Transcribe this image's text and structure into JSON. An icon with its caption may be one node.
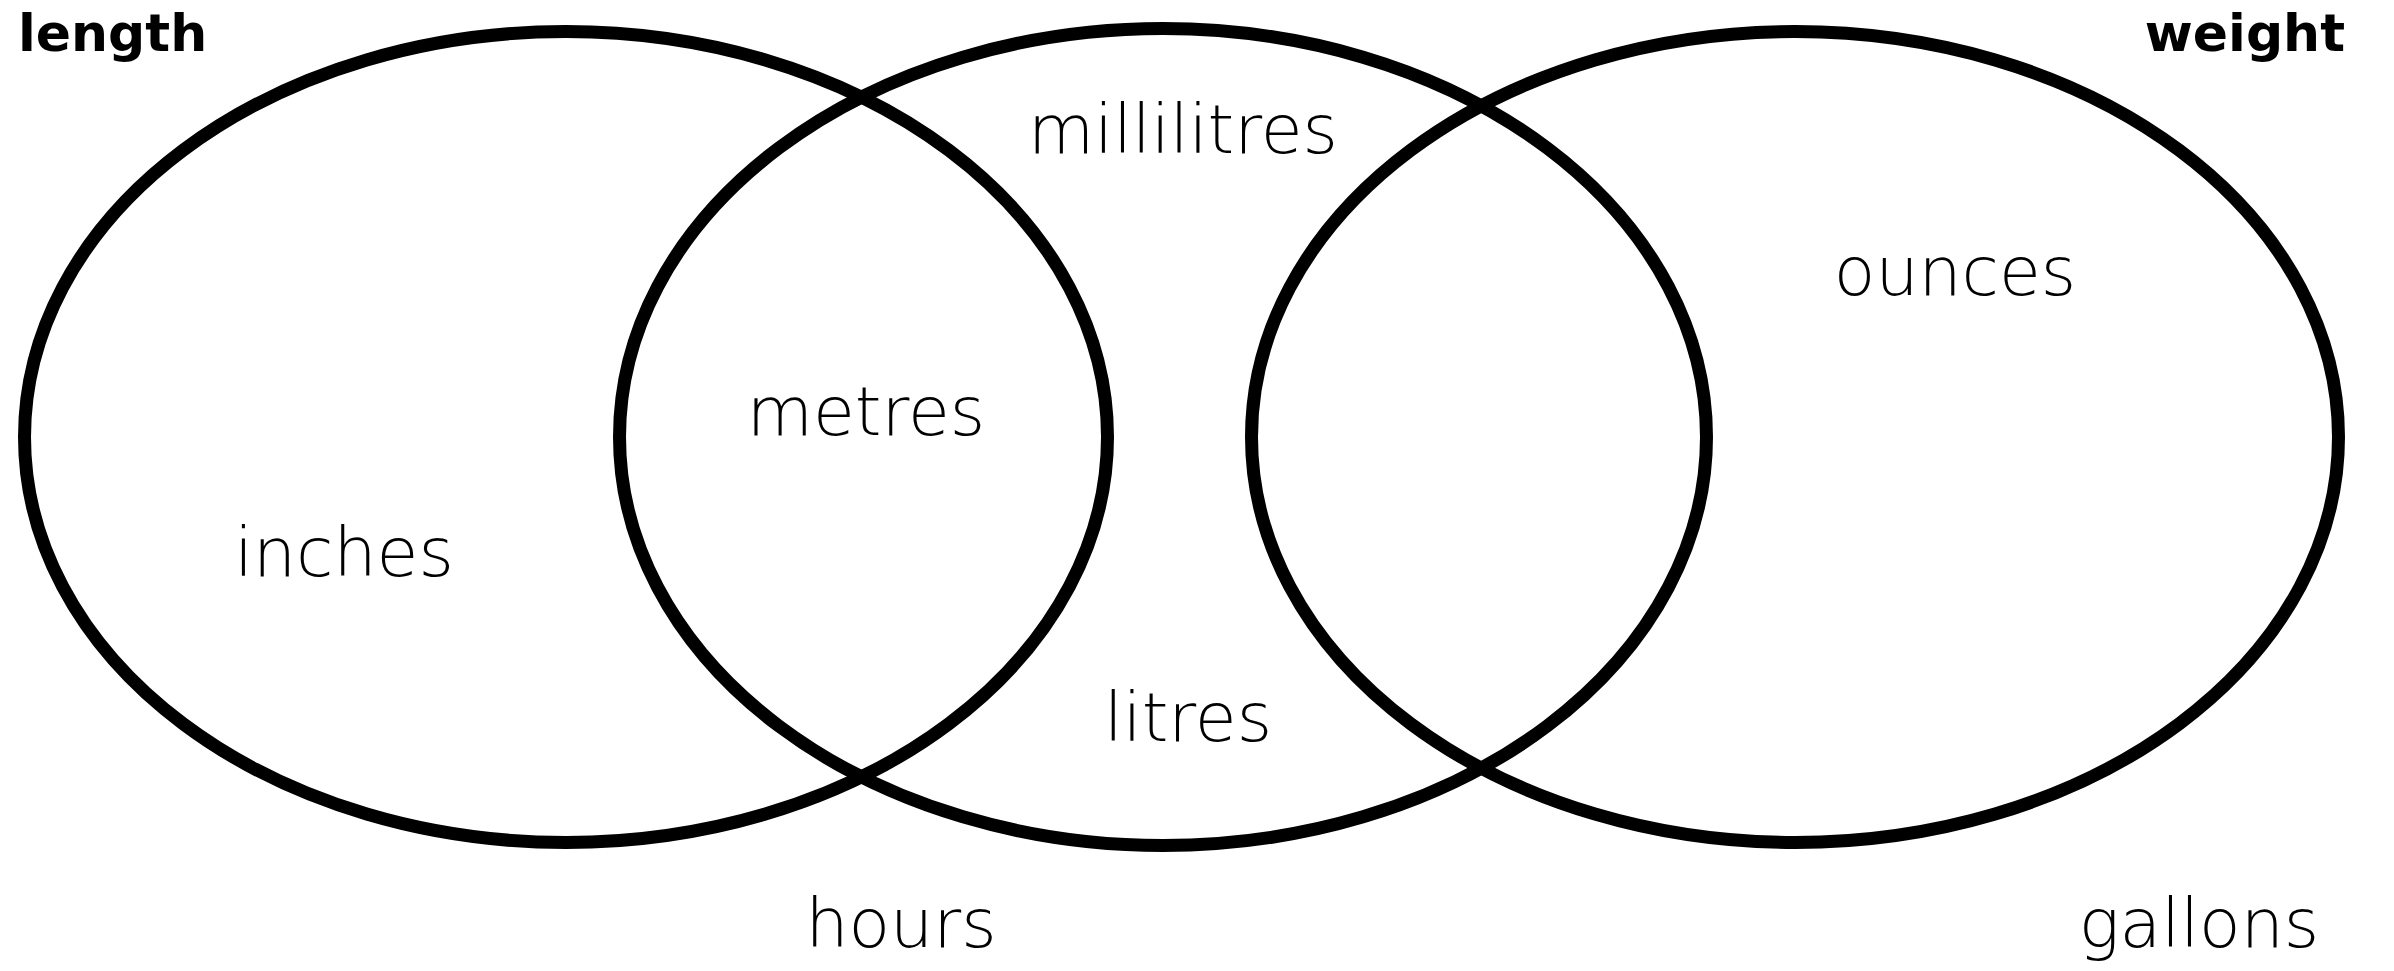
{
  "diagram": {
    "nodes": [
      {
        "text": [
          "length"
        ]
      },
      {
        "text": [],
        "shape": "circle"
      },
      {
        "text": [
          "weight"
        ]
      }
    ],
    "labels": [
      "millilitres",
      "ounces",
      "metres",
      "inches",
      "litres",
      "hours",
      "gallons"
    ]
  }
}
